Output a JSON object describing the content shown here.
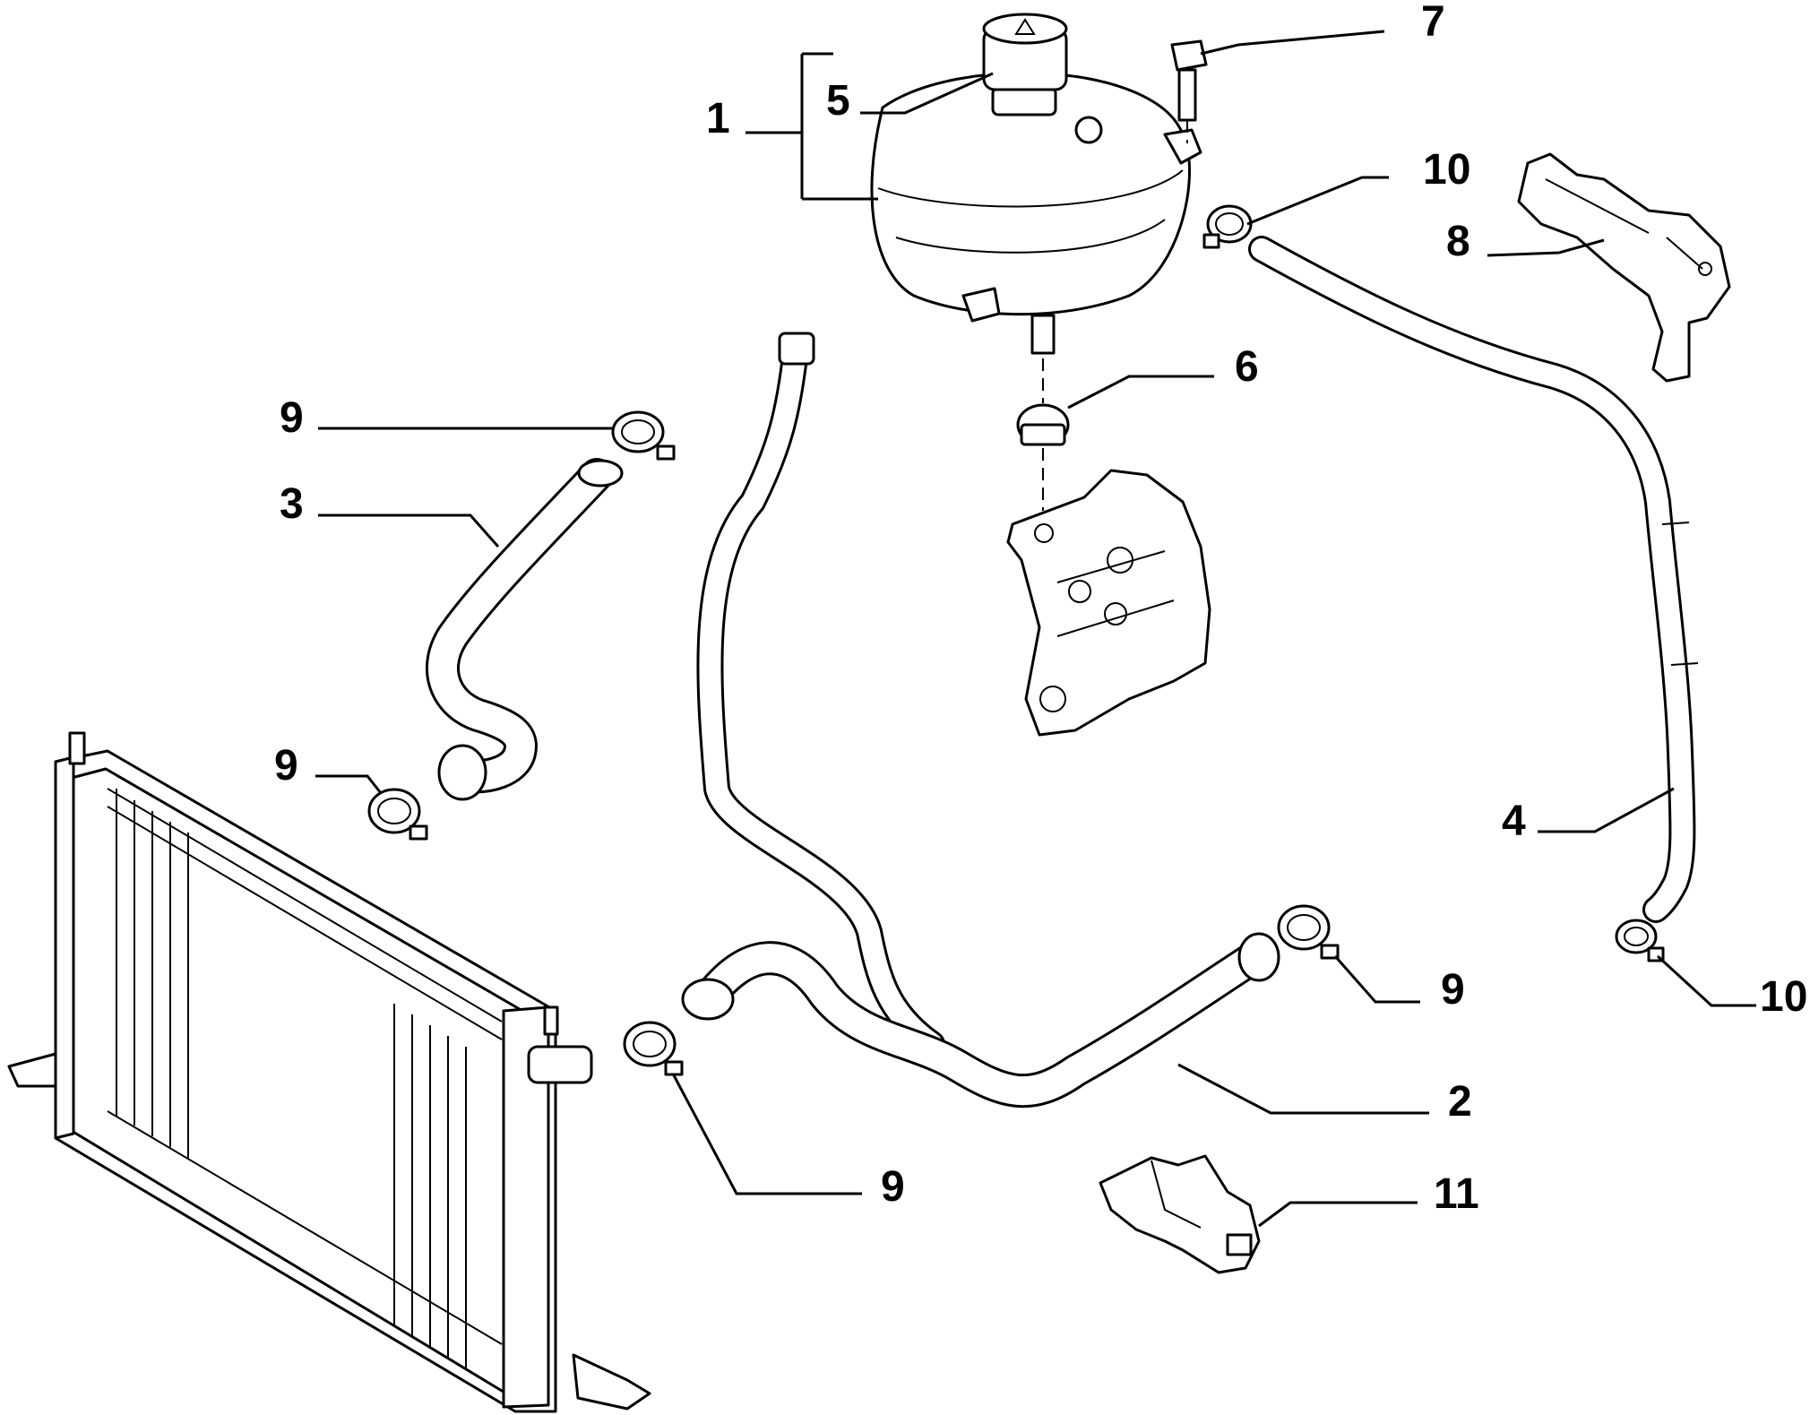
{
  "callouts": [
    {
      "id": "c1",
      "text": "1"
    },
    {
      "id": "c2",
      "text": "2"
    },
    {
      "id": "c3",
      "text": "3"
    },
    {
      "id": "c4",
      "text": "4"
    },
    {
      "id": "c5",
      "text": "5"
    },
    {
      "id": "c6",
      "text": "6"
    },
    {
      "id": "c7",
      "text": "7"
    },
    {
      "id": "c8",
      "text": "8"
    },
    {
      "id": "c9a",
      "text": "9"
    },
    {
      "id": "c9b",
      "text": "9"
    },
    {
      "id": "c9c",
      "text": "9"
    },
    {
      "id": "c9d",
      "text": "9"
    },
    {
      "id": "c10a",
      "text": "10"
    },
    {
      "id": "c10b",
      "text": "10"
    },
    {
      "id": "c11",
      "text": "11"
    }
  ]
}
